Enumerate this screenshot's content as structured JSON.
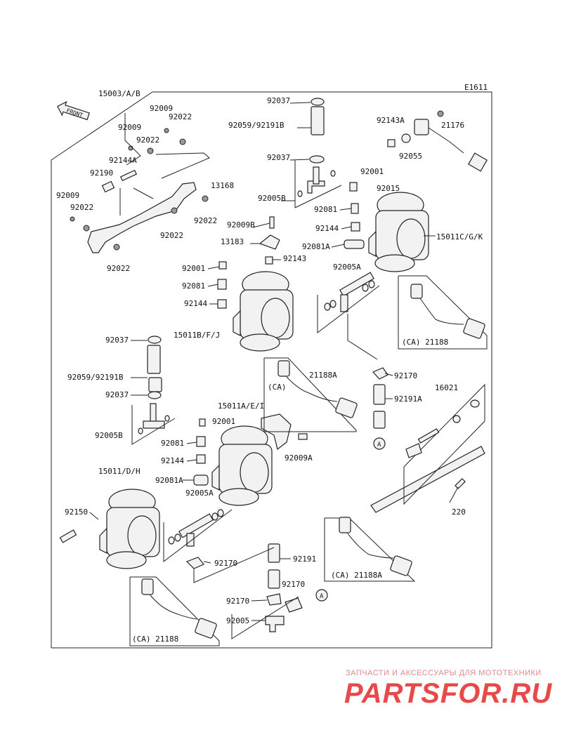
{
  "diagram_code": "E1611",
  "front_label": "FRONT",
  "labels": {
    "l15003": "15003/A/B",
    "l92009a": "92009",
    "l92022a": "92022",
    "l92009b": "92009",
    "l92022b": "92022",
    "l92144A": "92144A",
    "l92190": "92190",
    "l13168": "13168",
    "l92009c": "92009",
    "l92022c": "92022",
    "l92022d": "92022",
    "l92022e": "92022",
    "l92022f": "92022",
    "l92037a": "92037",
    "l92059a": "92059/92191B",
    "l92037b": "92037",
    "l92005Ba": "92005B",
    "l92009B": "92009B",
    "l13183": "13183",
    "l92143": "92143",
    "l92001a": "92001",
    "l92081a": "92081",
    "l92144a": "92144",
    "l15011B": "15011B/F/J",
    "l92143A": "92143A",
    "l21176": "21176",
    "l92055": "92055",
    "l92001b": "92001",
    "l92015": "92015",
    "l92081b": "92081",
    "l92144b": "92144",
    "l92081Aa": "92081A",
    "l15011C": "15011C/G/K",
    "l92005Aa": "92005A",
    "l21188a": "(CA) 21188",
    "l92037c": "92037",
    "l92059b": "92059/92191B",
    "l92037d": "92037",
    "l92005Bb": "92005B",
    "l15011A": "15011A/E/I",
    "l92001c": "92001",
    "l92081c": "92081",
    "l92144c": "92144",
    "l92009A": "92009A",
    "l92081Ab": "92081A",
    "lCA1": "(CA)",
    "l21188A1": "21188A",
    "l92170a": "92170",
    "l92191A": "92191A",
    "l16021": "16021",
    "l220": "220",
    "l15011D": "15011/D/H",
    "l92150": "92150",
    "l92005Ab": "92005A",
    "l92170b": "92170",
    "l92191": "92191",
    "l92170c": "92170",
    "l92170d": "92170",
    "l92005": "92005",
    "l21188A2": "(CA) 21188A",
    "l21188b": "(CA) 21188",
    "refA1": "A",
    "refA2": "A"
  },
  "watermark": {
    "tagline": "ЗАПЧАСТИ И АКСЕССУАРЫ ДЛЯ МОТОТЕХНИКИ",
    "logo": "PARTSFOR.RU"
  },
  "colors": {
    "line": "#222222",
    "watermark": "#e84a4a"
  }
}
